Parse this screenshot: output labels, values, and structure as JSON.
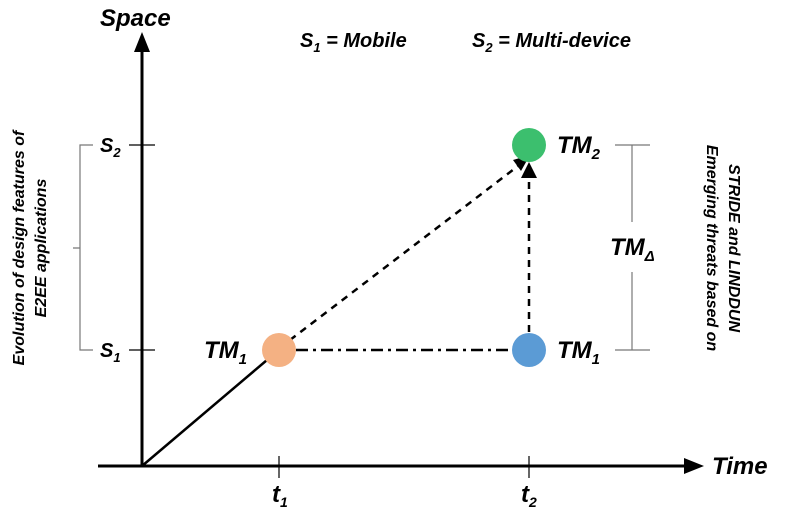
{
  "axes": {
    "y_label": "Space",
    "x_label": "Time"
  },
  "legend": {
    "s1": {
      "base": "S",
      "sub": "1",
      "rest": " = Mobile"
    },
    "s2": {
      "base": "S",
      "sub": "2",
      "rest": " = Multi-device"
    }
  },
  "ticks": {
    "y": [
      {
        "base": "S",
        "sub": "2"
      },
      {
        "base": "S",
        "sub": "1"
      }
    ],
    "x": [
      {
        "base": "t",
        "sub": "1"
      },
      {
        "base": "t",
        "sub": "2"
      }
    ]
  },
  "nodes": {
    "tm1_start": {
      "base": "TM",
      "sub": "1",
      "color": "#f4b183"
    },
    "tm1_end": {
      "base": "TM",
      "sub": "1",
      "color": "#5b9bd5"
    },
    "tm2": {
      "base": "TM",
      "sub": "2",
      "color": "#3cbf6e"
    }
  },
  "delta": {
    "base": "TM",
    "sub": "Δ"
  },
  "left_annotation": {
    "line1": "Evolution of design features of",
    "line2": "E2EE applications"
  },
  "right_annotation": {
    "line1": "Emerging threats based on",
    "line2": "STRIDE and LINDDUN"
  }
}
